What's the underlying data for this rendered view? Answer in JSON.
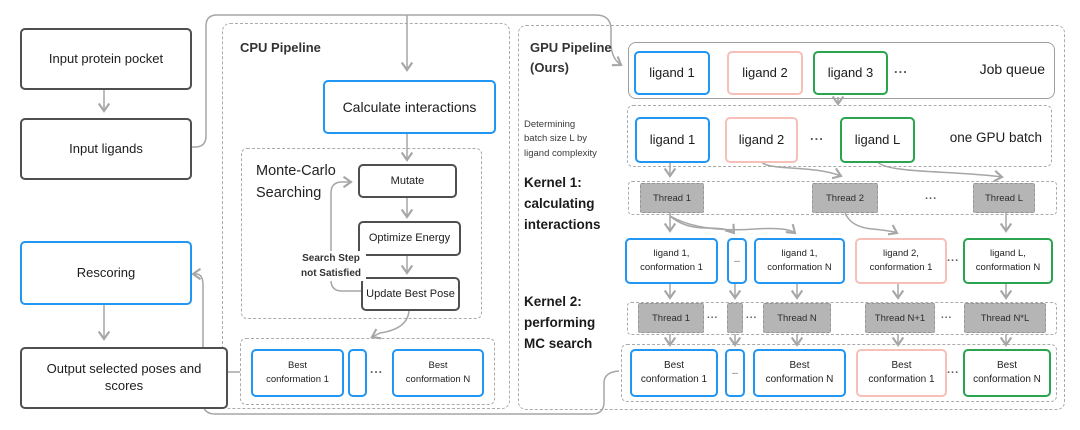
{
  "colors": {
    "accent_blue": "#2196f3",
    "accent_pink": "#f6c0b9",
    "accent_green": "#2aa44f",
    "wire_gray": "#a6a6a6",
    "thread_fill": "#b5b5b5"
  },
  "left": {
    "input_protein_pocket": "Input protein pocket",
    "input_ligands": "Input ligands",
    "rescoring": "Rescoring",
    "output": "Output selected poses and scores"
  },
  "cpu": {
    "title": "CPU Pipeline",
    "calculate_interactions": "Calculate interactions",
    "mc_title_1": "Monte-Carlo",
    "mc_title_2": "Searching",
    "mutate": "Mutate",
    "optimize_energy": "Optimize Energy",
    "update_best_pose": "Update Best Pose",
    "loop_note_1": "Search Step",
    "loop_note_2": "not Satisfied",
    "best1_a": "Best",
    "best1_b": "conformation 1",
    "dots": "...",
    "bestN_a": "Best",
    "bestN_b": "conformation N"
  },
  "gpu": {
    "title_1": "GPU Pipeline",
    "title_2": "(Ours)",
    "job_queue": {
      "ligand1": "ligand 1",
      "ligand2": "ligand 2",
      "ligand3": "ligand 3",
      "dots": "...",
      "label": "Job queue"
    },
    "batch_note_1": "Determining",
    "batch_note_2": "batch size L by",
    "batch_note_3": "ligand complexity",
    "batch": {
      "ligand1": "ligand 1",
      "ligand2": "ligand 2",
      "dots": "...",
      "ligandL": "ligand L",
      "label": "one GPU batch"
    },
    "kernel1_1": "Kernel 1:",
    "kernel1_2": "calculating",
    "kernel1_3": "interactions",
    "k1_threads": {
      "t1": "Thread 1",
      "t2": "Thread 2",
      "dots": "...",
      "tL": "Thread L"
    },
    "conf": {
      "c1a": "ligand 1,",
      "c1b": "conformation 1",
      "box_dots": "...",
      "c2a": "ligand 1,",
      "c2b": "conformation N",
      "c3a": "ligand 2,",
      "c3b": "conformation 1",
      "dots": "...",
      "c4a": "ligand L,",
      "c4b": "conformation N"
    },
    "kernel2_1": "Kernel 2:",
    "kernel2_2": "performing",
    "kernel2_3": "MC search",
    "k2_threads": {
      "t1": "Thread 1",
      "dots1": "...",
      "dots2": "...",
      "tN": "Thread N",
      "tN1": "Thread N+1",
      "dots3": "...",
      "tNL": "Thread N*L"
    },
    "best": {
      "b1a": "Best",
      "b1b": "conformation 1",
      "box_dots": "...",
      "b2a": "Best",
      "b2b": "conformation N",
      "b3a": "Best",
      "b3b": "conformation 1",
      "dots": "...",
      "b4a": "Best",
      "b4b": "conformation N"
    }
  }
}
